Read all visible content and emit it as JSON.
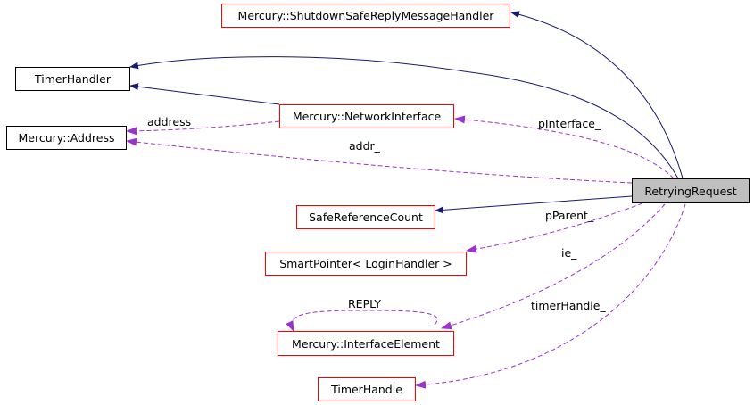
{
  "diagram": {
    "nodes": {
      "shutdown_handler": "Mercury::ShutdownSafeReplyMessageHandler",
      "timer_handler": "TimerHandler",
      "network_interface": "Mercury::NetworkInterface",
      "address": "Mercury::Address",
      "retrying_request": "RetryingRequest",
      "safe_reference_count": "SafeReferenceCount",
      "smart_pointer": "SmartPointer< LoginHandler >",
      "interface_element": "Mercury::InterfaceElement",
      "timer_handle": "TimerHandle"
    },
    "edge_labels": {
      "address": "address_",
      "addr": "addr_",
      "pinterface": "pInterface_",
      "pparent": "pParent_",
      "ie": "ie_",
      "reply": "REPLY",
      "timer_handle": "timerHandle_"
    },
    "colors": {
      "inheritance": "#191970",
      "usage": "#9a32cd",
      "documented_border": "#ff0000",
      "current_fill": "#bfbfbf"
    }
  }
}
